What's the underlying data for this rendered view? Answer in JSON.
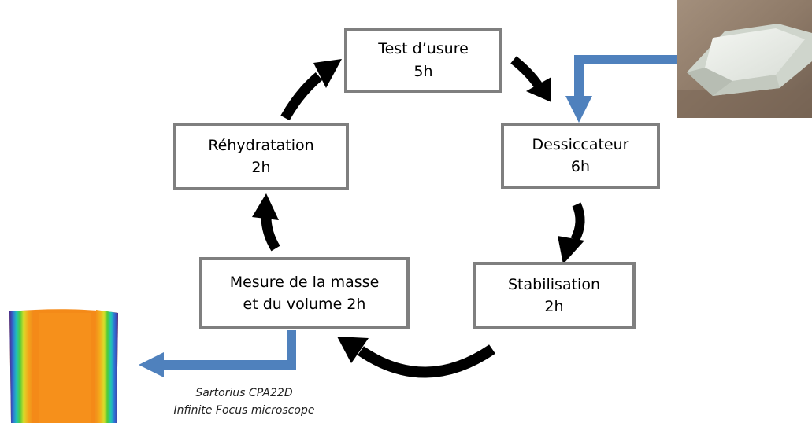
{
  "diagram": {
    "steps": {
      "test_usure": {
        "title": "Test d’usure",
        "duration": "5h"
      },
      "dessiccateur": {
        "title": "Dessiccateur",
        "duration": "6h"
      },
      "stabilisation": {
        "title": "Stabilisation",
        "duration": "2h"
      },
      "mesure": {
        "line1": "Mesure de la masse",
        "line2": "et du volume 2h"
      },
      "rehydratation": {
        "title": "Réhydratation",
        "duration": "2h"
      }
    },
    "instruments": {
      "line1": "Sartorius CPA22D",
      "line2": "Infinite Focus microscope"
    },
    "colors": {
      "box_border": "#7f7f7f",
      "cycle_arrow": "#000000",
      "flow_arrow": "#4f81bd"
    }
  }
}
